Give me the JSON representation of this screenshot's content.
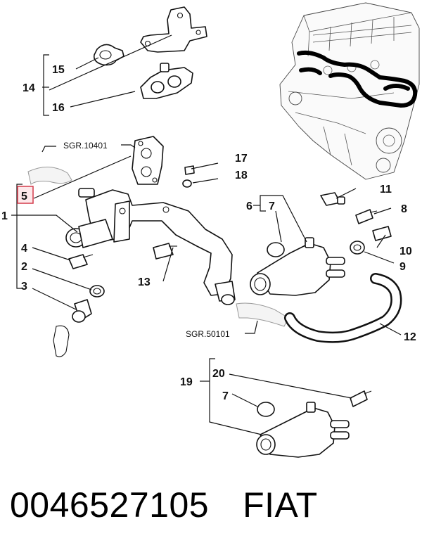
{
  "callouts": {
    "c1": "1",
    "c2": "2",
    "c3": "3",
    "c4": "4",
    "c5": "5",
    "c6": "6",
    "c7a": "7",
    "c7b": "7",
    "c8": "8",
    "c9": "9",
    "c10": "10",
    "c11": "11",
    "c12": "12",
    "c13": "13",
    "c14": "14",
    "c15": "15",
    "c16": "16",
    "c17": "17",
    "c18": "18",
    "c19": "19",
    "c20": "20"
  },
  "references": {
    "top": "SGR.10401",
    "bottom": "SGR.50101"
  },
  "footer": {
    "part_number": "0046527105",
    "brand": "FIAT"
  },
  "colors": {
    "highlight_fill": "#fde8ea",
    "highlight_stroke": "#d33a4a",
    "ink": "#111111"
  }
}
